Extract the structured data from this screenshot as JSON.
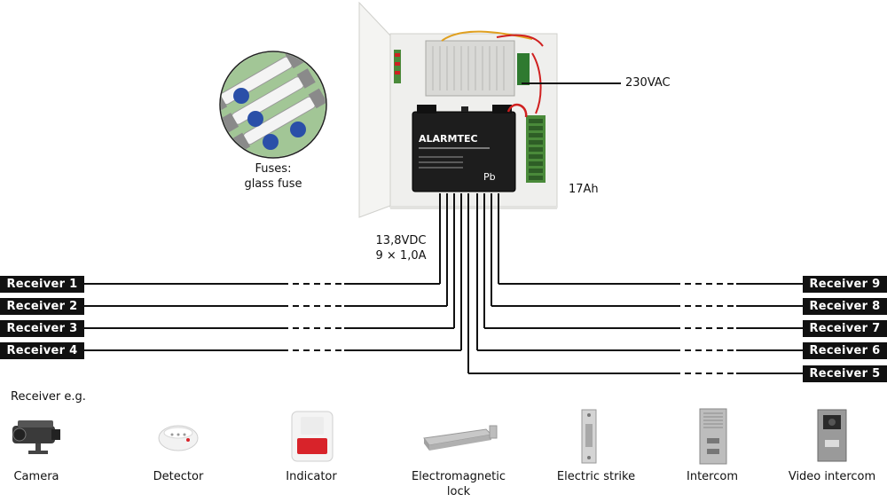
{
  "labels": {
    "mains": "230VAC",
    "battery": "17Ah",
    "output_line1": "13,8VDC",
    "output_line2": "9 × 1,0A",
    "fuses_line1": "Fuses:",
    "fuses_line2": "glass fuse",
    "receiver_eg": "Receiver e.g."
  },
  "battery_brand": "ALARMTEC",
  "battery_symbol": "Pb",
  "receivers": [
    "Receiver 1",
    "Receiver 2",
    "Receiver 3",
    "Receiver 4",
    "Receiver 5",
    "Receiver 6",
    "Receiver 7",
    "Receiver 8",
    "Receiver 9"
  ],
  "devices": [
    {
      "label": "Camera",
      "icon": "camera-icon"
    },
    {
      "label": "Detector",
      "icon": "detector-icon"
    },
    {
      "label": "Indicator",
      "icon": "indicator-icon"
    },
    {
      "label": "Electromagnetic lock",
      "icon": "electromagnetic-lock-icon"
    },
    {
      "label": "Electric strike",
      "icon": "electric-strike-icon"
    },
    {
      "label": "Intercom",
      "icon": "intercom-icon"
    },
    {
      "label": "Video intercom",
      "icon": "video-intercom-icon"
    }
  ],
  "colors": {
    "wire": "#111111",
    "enclosure": "#f2f2f0",
    "board_green": "#4a8a3a",
    "fuse_blue": "#2a4fa8",
    "indicator_red": "#d8232a"
  }
}
